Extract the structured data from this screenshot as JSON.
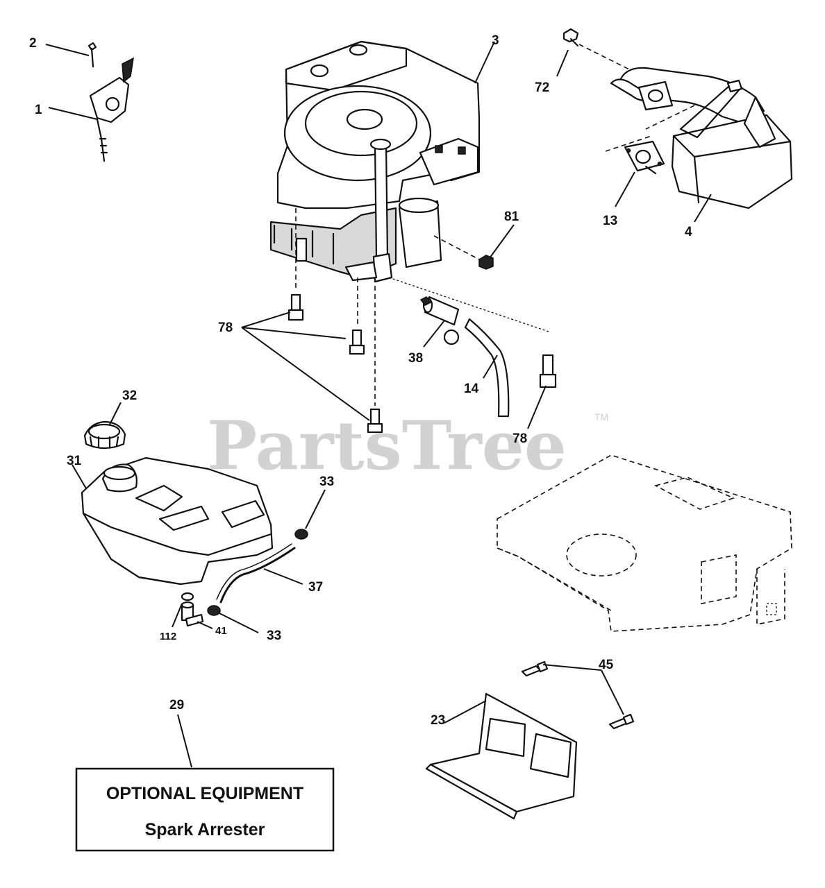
{
  "watermark": {
    "text": "PartsTree",
    "tm": "TM"
  },
  "labels": {
    "p1": "1",
    "p2": "2",
    "p3": "3",
    "p4": "4",
    "p13": "13",
    "p14": "14",
    "p23": "23",
    "p29": "29",
    "p31": "31",
    "p32": "32",
    "p33a": "33",
    "p33b": "33",
    "p37": "37",
    "p38": "38",
    "p41": "41",
    "p45": "45",
    "p72": "72",
    "p78a": "78",
    "p78b": "78",
    "p81": "81",
    "p112": "112"
  },
  "optional_box": {
    "title": "OPTIONAL EQUIPMENT",
    "subtitle": "Spark Arrester"
  }
}
